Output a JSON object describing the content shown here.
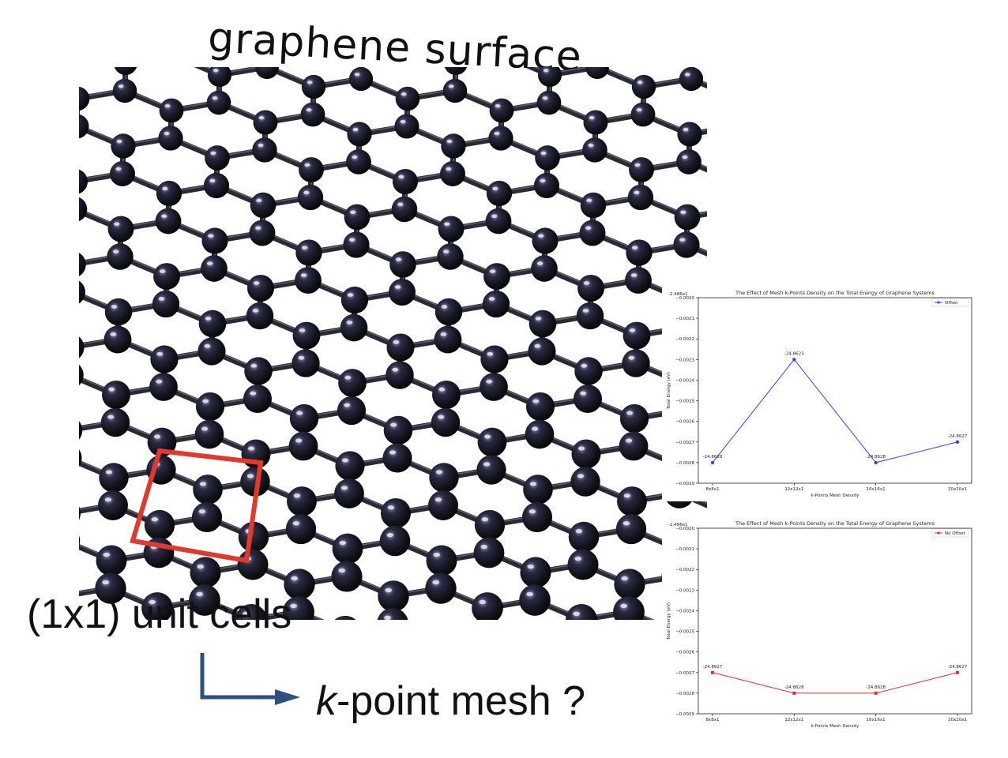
{
  "slide": {
    "title": "graphene surface",
    "unit_cell_caption": "(1x1) unit cells",
    "mesh_caption_k": "k",
    "mesh_caption_rest": "-point mesh ?"
  },
  "colors": {
    "atom": "#15151c",
    "bond": "#2a2a33",
    "unit_cell": "#e03a2f",
    "arrow": "#2f4f80",
    "offset_series": "#3d3df5",
    "no_offset_series": "#e53030"
  },
  "chart_data": [
    {
      "type": "line",
      "title": "The Effect of Mesh k-Points Density on the Total Energy of Graphene Systems",
      "xlabel": "k-Points Mesh Density",
      "ylabel": "Total Energy (eV)",
      "offset_label": "-2.486e1",
      "categories": [
        "8x8x1",
        "12x12x1",
        "16x16x1",
        "20x20x1"
      ],
      "ylim": [
        -0.0029,
        -0.002
      ],
      "yticks": [
        "-0.0020",
        "-0.0021",
        "-0.0022",
        "-0.0023",
        "-0.0024",
        "-0.0025",
        "-0.0026",
        "-0.0027",
        "-0.0028",
        "-0.0029"
      ],
      "grid": false,
      "legend_position": "top-right",
      "series": [
        {
          "name": "Offset",
          "color": "#3d3df5",
          "marker": "circle",
          "values": [
            -0.0028,
            -0.0023,
            -0.0028,
            -0.0027
          ],
          "labels": [
            "-24.8628",
            "-24.8623",
            "-24.8628",
            "-24.8627"
          ]
        }
      ]
    },
    {
      "type": "line",
      "title": "The Effect of Mesh k-Points Density on the Total Energy of Graphene Systems",
      "xlabel": "k-Points Mesh Density",
      "ylabel": "Total Energy (eV)",
      "offset_label": "-2.486e1",
      "categories": [
        "8x8x1",
        "12x12x1",
        "16x16x1",
        "20x20x1"
      ],
      "ylim": [
        -0.0029,
        -0.002
      ],
      "yticks": [
        "-0.0020",
        "-0.0021",
        "-0.0022",
        "-0.0023",
        "-0.0024",
        "-0.0025",
        "-0.0026",
        "-0.0027",
        "-0.0028",
        "-0.0029"
      ],
      "grid": false,
      "legend_position": "top-right",
      "series": [
        {
          "name": "No Offset",
          "color": "#e53030",
          "marker": "square",
          "values": [
            -0.0027,
            -0.0028,
            -0.0028,
            -0.0027
          ],
          "labels": [
            "-24.8627",
            "-24.8628",
            "-24.8628",
            "-24.8627"
          ]
        }
      ]
    }
  ]
}
